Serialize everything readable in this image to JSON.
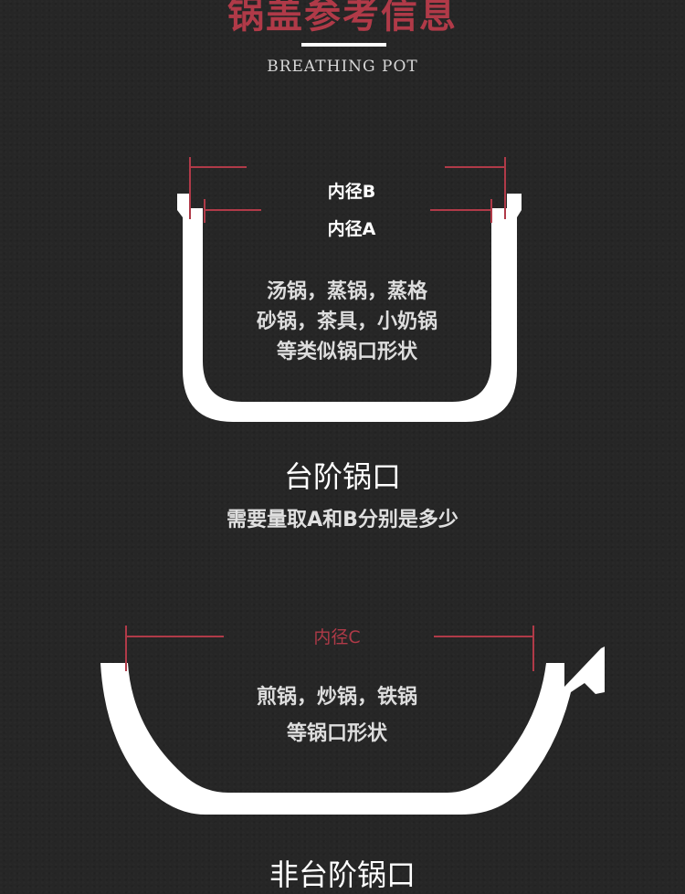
{
  "header": {
    "title": "锅盖参考信息",
    "subtitle": "BREATHING POT"
  },
  "colors": {
    "accent": "#b03a48",
    "background": "#262626",
    "shape": "#ffffff"
  },
  "stepped_rim": {
    "label_b": "内径B",
    "label_a": "内径A",
    "description_lines": [
      "汤锅，蒸锅，蒸格",
      "砂锅，茶具，小奶锅",
      "等类似锅口形状"
    ],
    "heading": "台阶锅口",
    "instruction": "需要量取A和B分别是多少"
  },
  "flat_rim": {
    "label_c": "内径C",
    "description_lines": [
      "煎锅，炒锅，铁锅",
      "等锅口形状"
    ],
    "heading": "非台阶锅口"
  }
}
